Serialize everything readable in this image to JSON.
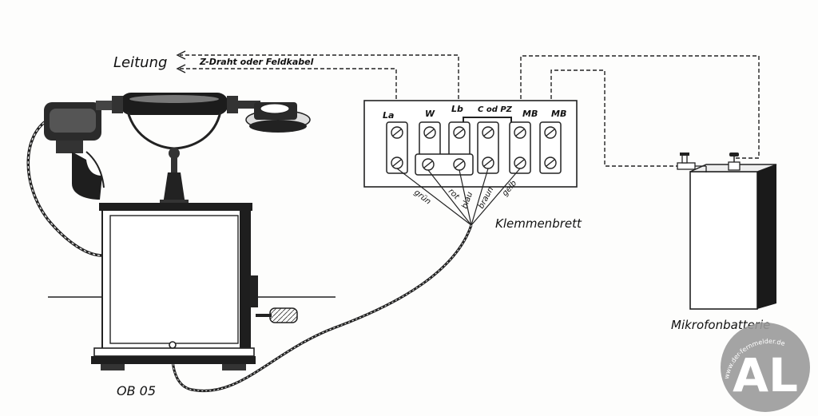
{
  "labels": {
    "line": "Leitung",
    "line_note": "Z-Draht oder Feldkabel",
    "terminal_board": "Klemmenbrett",
    "battery": "Mikrofonbatterie",
    "phone_model": "OB 05"
  },
  "terminals": {
    "la": "La",
    "w": "W",
    "lb": "Lb",
    "c": "C od PZ",
    "mb1": "MB",
    "mb2": "MB"
  },
  "wires": {
    "w1": "grün",
    "w2": "rot",
    "w3": "blau",
    "w4": "braun",
    "w5": "gelb"
  },
  "watermark": {
    "url": "www.der-fernmelder.de",
    "mark": "AL",
    "fill": "#9a9a9a"
  }
}
